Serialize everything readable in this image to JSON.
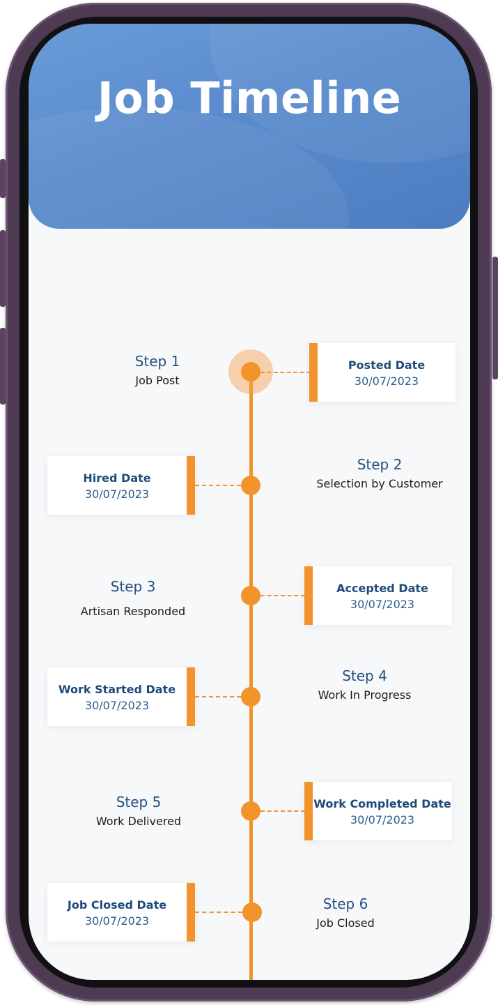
{
  "header": {
    "title": "Job Timeline"
  },
  "colors": {
    "accent": "#f2932b",
    "header_blue": "#5a8bcd",
    "label_blue": "#1f4a7a",
    "frame": "#4e3a52"
  },
  "steps": [
    {
      "step": "Step 1",
      "description": "Job Post",
      "card_label": "Posted Date",
      "card_date": "30/07/2023"
    },
    {
      "step": "Step 2",
      "description": "Selection by Customer",
      "card_label": "Hired Date",
      "card_date": "30/07/2023"
    },
    {
      "step": "Step 3",
      "description": "Artisan Responded",
      "card_label": "Accepted Date",
      "card_date": "30/07/2023"
    },
    {
      "step": "Step 4",
      "description": "Work In Progress",
      "card_label": "Work Started Date",
      "card_date": "30/07/2023"
    },
    {
      "step": "Step 5",
      "description": "Work Delivered",
      "card_label": "Work Completed Date",
      "card_date": "30/07/2023"
    },
    {
      "step": "Step 6",
      "description": "Job Closed",
      "card_label": "Job Closed Date",
      "card_date": "30/07/2023"
    }
  ]
}
